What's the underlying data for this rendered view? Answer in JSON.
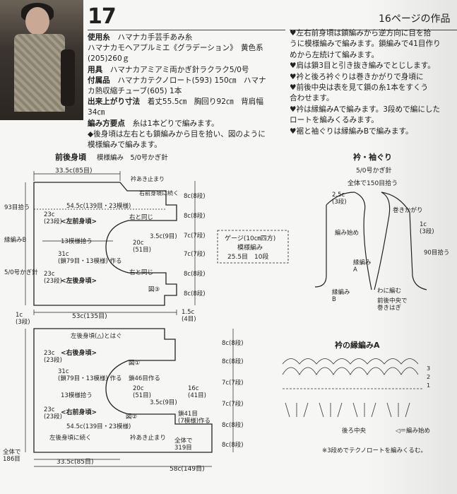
{
  "header": {
    "number": "17",
    "page_ref": "16ページの作品"
  },
  "materials": {
    "yarn_label": "使用糸",
    "yarn_brand": "ハマナカ手芸手あみ糸",
    "yarn_name": "ハマナカモヘアプルミエ《グラデーション》",
    "yarn_color": "黄色系",
    "yarn_amount": "(205)260ｇ",
    "tool_label": "用具",
    "tool": "ハマナカアミアミ両かぎ針ラクラク5/0号",
    "notions_label": "付属品",
    "notions_1": "ハマナカテクノロート(593) 150㎝　ハマナ",
    "notions_2": "カ熱収縮チューブ(605) 1本",
    "size_label": "出来上がり寸法",
    "size_1": "着丈55.5㎝　胸回り92㎝　背肩幅",
    "size_2": "34㎝",
    "points_label": "編み方要点",
    "points": "糸は1本どりで編みます。",
    "points_2": "◆後身頃は左右とも鎖編みから目を拾い、図のように",
    "points_3": "模様編みで編みます。"
  },
  "notes": [
    "♥左右前身頃は鎖編みから逆方向に目を拾",
    "うに模様編みで編みます。鎖編みで41目作り",
    "めから左続けて編みます。",
    "♥肩は鎖3目と引き抜き編みでとじします。",
    "♥衿と後ろ衿ぐりは巻きかがりで身頃に",
    "♥前後中央は表を見て鎖の糸1本をすくう",
    "合わせます。",
    "♥衿は縁編みAで編みます。3段めで編にした",
    "ロートを編みくるみます。",
    "♥裾と袖ぐりは縁編みBで編みます。"
  ],
  "body_diagram": {
    "title": "前後身頃",
    "subtitle": "模様編み　5/0号かぎ針",
    "dims": {
      "top_width": "33.5c(85目)",
      "neck_open": "衿あき止まり",
      "right_front_cont": "右前身頃に続く",
      "shoulder_width": "54.5c(139目・23模様)",
      "side_23a": "23c\n(23段)",
      "left_front": "<左前身頃>",
      "right_same": "右と同じ",
      "pick_13": "13模様拾う",
      "c31": "31c\n(鎖79目・13模様) 作る",
      "c20": "20c\n(51目)",
      "c35": "3.5c(9目)",
      "left_back": "<左後身頃>",
      "fig3": "図③",
      "rows_93": "93目拾う",
      "edge_b": "縁編みB",
      "hook_50": "5/0号かぎ針",
      "c53": "53c(135目)",
      "c1": "1c\n(3段)",
      "c15": "1.5c\n(4目)",
      "gauge_title": "ゲージ(10㎝四方)",
      "gauge_pattern": "模様編み",
      "gauge_value": "25.5目　10段",
      "right_back": "<右後身頃>",
      "left_back_join": "左後身頃(△)とはぐ",
      "fig1": "図①",
      "chain46": "鎖46目作る",
      "c16": "16c\n(41目)",
      "fig2": "図②",
      "right_front": "<右前身頃>",
      "chain41": "鎖41目\n(7模様)作る",
      "total319": "全体で\n319目",
      "total186": "全体で\n186目",
      "c58": "58c(149目)",
      "left_back_cont": "左後身頃に続く",
      "rows_8c": "8c(8段)",
      "rows_7c": "7c(7段)"
    }
  },
  "collar_diagram": {
    "title": "衿・袖ぐり",
    "subtitle": "5/0号かぎ針",
    "pick150": "全体で150目拾う",
    "c25": "2.5c\n(3段)",
    "whip": "巻きかがり",
    "c1": "1c\n(3段)",
    "start": "編み始め",
    "edge_a": "縁編み\nA",
    "edge_b": "縁編み\nB",
    "ring": "わに編む",
    "center": "前後中央で\n巻きはぎ",
    "rows90": "90目拾う"
  },
  "edging_a": {
    "title": "衿の縁編みA",
    "back_center": "後ろ中央",
    "start_mark": "◁＝編み始め",
    "footnote": "※3段めでテクノロートを編みくるむ。",
    "rows": [
      "3",
      "2",
      "1"
    ]
  }
}
